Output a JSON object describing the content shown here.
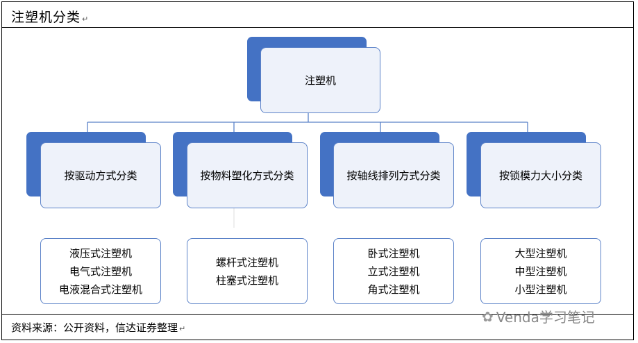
{
  "title": "注塑机分类",
  "root": "注塑机",
  "categories": [
    {
      "label": "按驱动方式分类",
      "items": [
        "液压式注塑机",
        "电气式注塑机",
        "电液混合式注塑机"
      ]
    },
    {
      "label": "按物料塑化方式分类",
      "items": [
        "螺杆式注塑机",
        "柱塞式注塑机"
      ]
    },
    {
      "label": "按轴线排列方式分类",
      "items": [
        "卧式注塑机",
        "立式注塑机",
        "角式注塑机"
      ]
    },
    {
      "label": "按锁模力大小分类",
      "items": [
        "大型注塑机",
        "中型注塑机",
        "小型注塑机"
      ]
    }
  ],
  "source": "资料来源：公开资料，信达证券整理",
  "watermark": "Venda学习笔记",
  "colors": {
    "box_fill": "#4472c4",
    "box_border": "#5b82c8",
    "light_fill": "#eef2fa"
  }
}
